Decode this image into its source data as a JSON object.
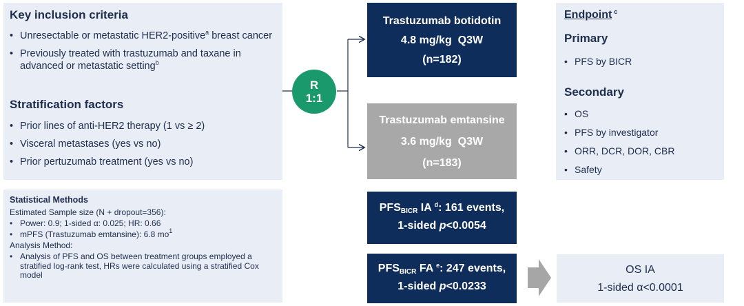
{
  "inclusion": {
    "title": "Key inclusion criteria",
    "items": [
      {
        "text": "Unresectable or metastatic HER2-positive",
        "sup": "a",
        "tail": " breast cancer"
      },
      {
        "text": "Previously treated with trastuzumab and taxane in advanced or metastatic setting",
        "sup": "b",
        "tail": ""
      }
    ]
  },
  "stratification": {
    "title": "Stratification factors",
    "items": [
      "Prior lines of anti-HER2 therapy (1 vs ≥ 2)",
      "Visceral metastases (yes vs no)",
      "Prior pertuzumab treatment (yes vs no)"
    ]
  },
  "randomization": {
    "line1": "R",
    "line2": "1:1"
  },
  "arm_a": {
    "name": "Trastuzumab botidotin",
    "dose": "4.8 mg/kg  Q3W",
    "n": "(n=182)"
  },
  "arm_b": {
    "name": "Trastuzumab emtansine",
    "dose": "3.6 mg/kg  Q3W",
    "n": "(n=183)"
  },
  "endpoint": {
    "title": "Endpoint",
    "title_sup": "c",
    "primary_title": "Primary",
    "primary_items": [
      "PFS by BICR"
    ],
    "secondary_title": "Secondary",
    "secondary_items": [
      "OS",
      "PFS by investigator",
      "ORR, DCR, DOR, CBR",
      "Safety"
    ]
  },
  "statistical": {
    "title": "Statistical Methods",
    "sample_size": "Estimated Sample size (N + dropout=356):",
    "sample_items": [
      {
        "text": "Power: 0.9; 1-sided α: 0.025; HR: 0.66",
        "sup": ""
      },
      {
        "text": "mPFS (Trastuzumab emtansine): 6.8 mo",
        "sup": "1"
      }
    ],
    "analysis_title": "Analysis Method:",
    "analysis_items": [
      "Analysis of PFS and OS between treatment groups employed a stratified log-rank test, HRs were calculated using a stratified Cox model"
    ]
  },
  "ia_box": {
    "pfs": "PFS",
    "sub": "BICR",
    "label": " IA ",
    "sup": "d",
    "rest": ": 161 events,",
    "line2_pre": "1-sided ",
    "p": "p",
    "line2_post": "<0.0054"
  },
  "fa_box": {
    "pfs": "PFS",
    "sub": "BICR",
    "label": " FA ",
    "sup": "e",
    "rest": ": 247 events,",
    "line2_pre": "1-sided ",
    "p": "p",
    "line2_post": "<0.0233"
  },
  "os_ia": {
    "title": "OS IA",
    "alpha": "1-sided α<0.0001"
  },
  "colors": {
    "navy": "#0f2d5a",
    "grey": "#a8a8a8",
    "green": "#1a9a6c",
    "panel": "#e9eef6",
    "text": "#1f2d4d"
  }
}
